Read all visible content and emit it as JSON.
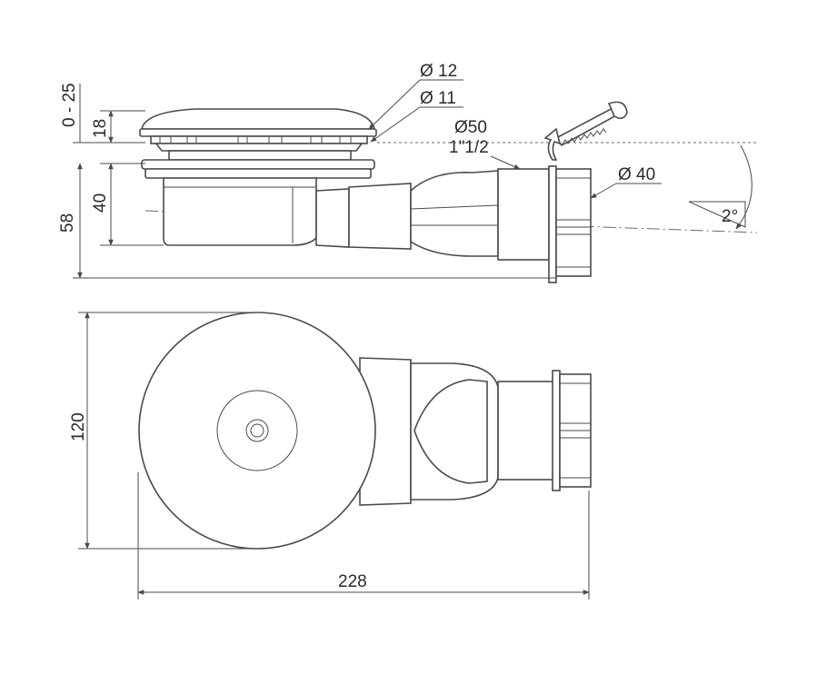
{
  "labels": {
    "height_range": "0 - 25",
    "height_18": "18",
    "height_40": "40",
    "height_58": "58",
    "dia_12": "Ø 12",
    "dia_11": "Ø 11",
    "dia_50": "Ø50",
    "inch": "1\"1/2",
    "dia_40": "Ø 40",
    "angle": "2°",
    "width_120": "120",
    "length_228": "228"
  },
  "icons": [
    "saw-icon",
    "arrow-icon",
    "slope-triangle-icon"
  ]
}
